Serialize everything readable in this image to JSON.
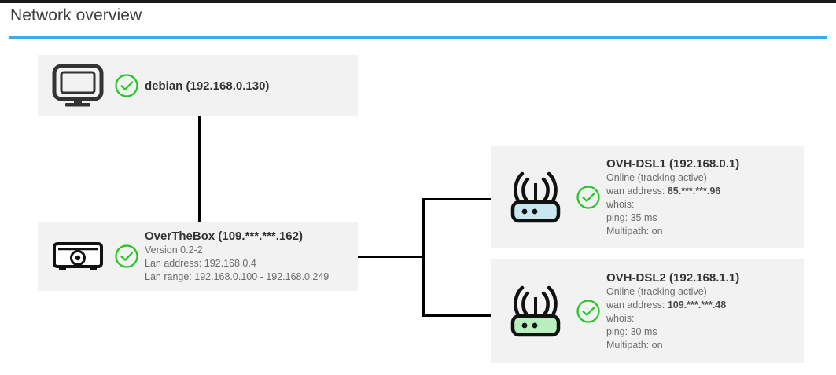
{
  "header": {
    "title": "Network overview",
    "rule_color": "#3aabf0",
    "topbar_color": "#1a1a1a"
  },
  "colors": {
    "panel_bg": "#f2f2f2",
    "status_ok": "#22c522",
    "router_blue": "#c8e8f0",
    "router_green": "#b8f0bd",
    "icon_stroke": "#333333",
    "line": "#000000"
  },
  "nodes": {
    "client": {
      "icon": "monitor-icon",
      "status_icon": "check-circle-icon",
      "name": "debian (192.168.0.130)"
    },
    "box": {
      "icon": "device-box-icon",
      "status_icon": "check-circle-icon",
      "name": "OverTheBox (109.***.***.162)",
      "details": [
        {
          "label": "Version 0.2-2",
          "value": ""
        },
        {
          "label": "Lan address: 192.168.0.4",
          "value": ""
        },
        {
          "label": "Lan range: 192.168.0.100 - 192.168.0.249",
          "value": ""
        }
      ]
    },
    "wan_links": [
      {
        "icon": "router-icon",
        "icon_color": "#c8e8f0",
        "status_icon": "check-circle-icon",
        "name": "OVH-DSL1 (192.168.0.1)",
        "status": "Online (tracking active)",
        "wan_label": "wan address: ",
        "wan_value": "85.***.***.96",
        "whois_label": "whois:",
        "whois_value": "",
        "ping": "ping: 35 ms",
        "multipath": "Multipath: on"
      },
      {
        "icon": "router-icon",
        "icon_color": "#b8f0bd",
        "status_icon": "check-circle-icon",
        "name": "OVH-DSL2 (192.168.1.1)",
        "status": "Online (tracking active)",
        "wan_label": "wan address: ",
        "wan_value": "109.***.***.48",
        "whois_label": "whois:",
        "whois_value": "",
        "ping": "ping: 30 ms",
        "multipath": "Multipath: on"
      }
    ]
  }
}
